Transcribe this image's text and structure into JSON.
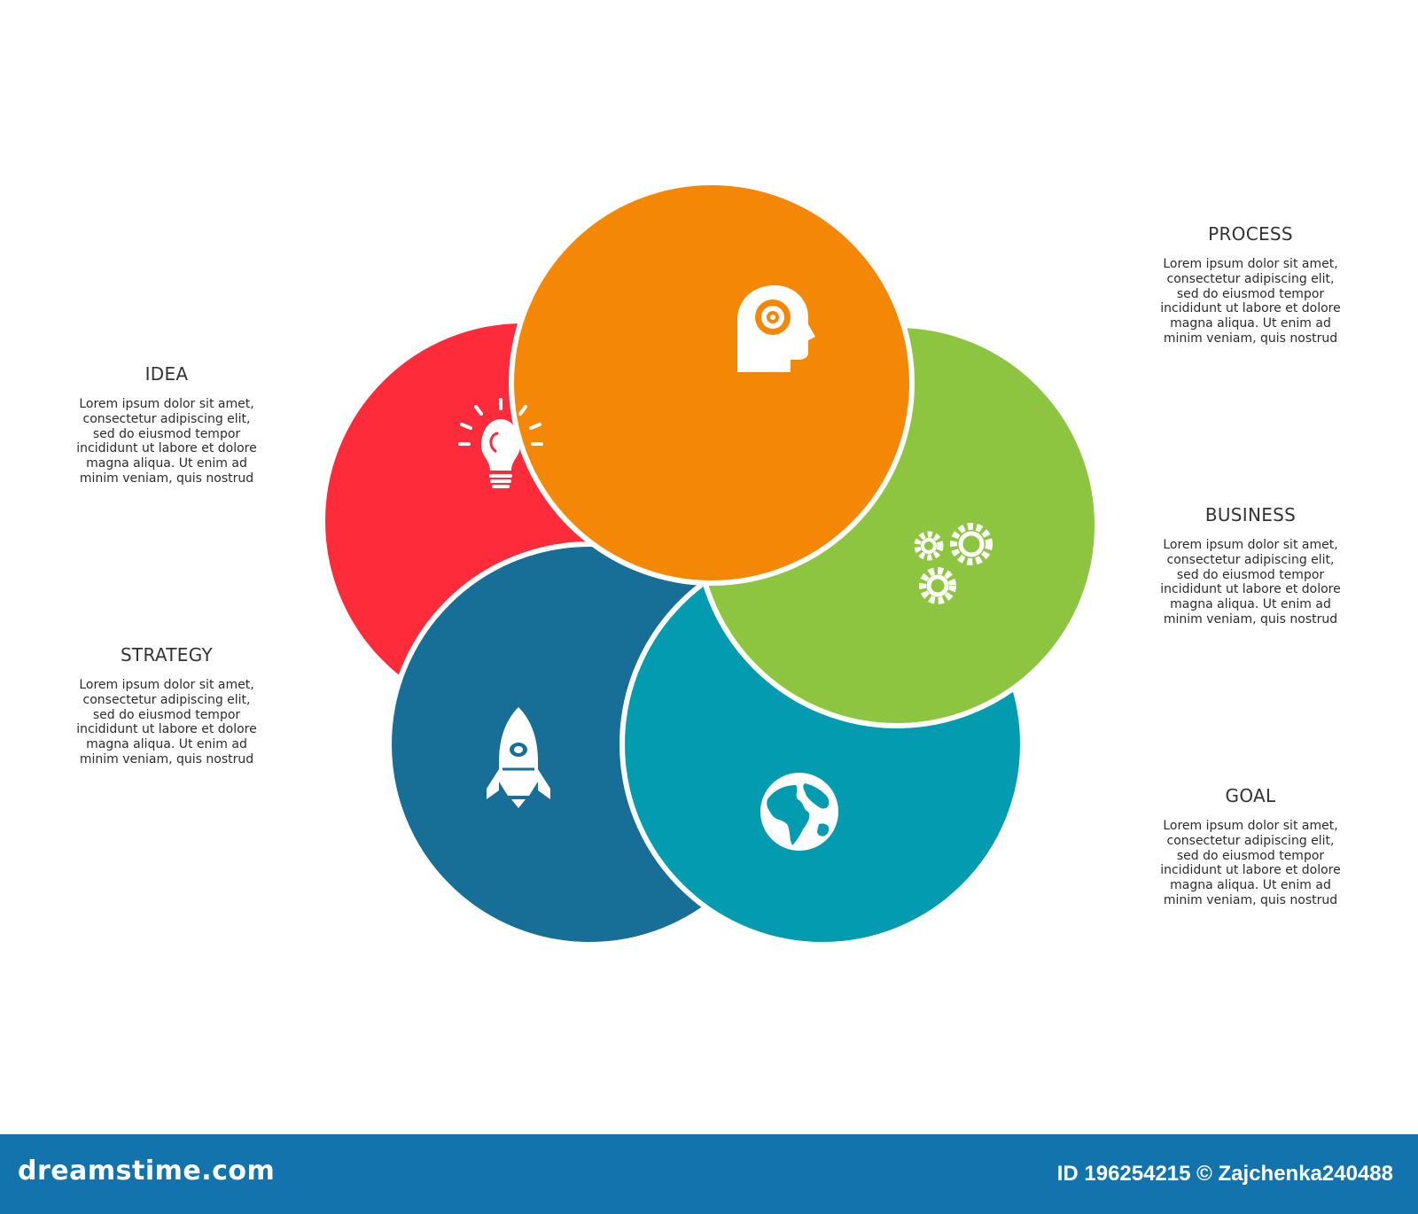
{
  "colors": {
    "idea": "#fe2b3b",
    "process": "#f48806",
    "business": "#8dc540",
    "goal": "#039baf",
    "strategy": "#176f97",
    "footer": "#1273ad"
  },
  "labels": [
    {
      "id": "idea",
      "title": "IDEA",
      "body": "Lorem ipsum dolor sit amet,\nconsectetur adipiscing elit,\nsed do eiusmod tempor\nincididunt ut labore et dolore\nmagna aliqua. Ut enim ad\nminim veniam, quis nostrud"
    },
    {
      "id": "strategy",
      "title": "STRATEGY",
      "body": "Lorem ipsum dolor sit amet,\nconsectetur adipiscing elit,\nsed do eiusmod tempor\nincididunt ut labore et dolore\nmagna aliqua. Ut enim ad\nminim veniam, quis nostrud"
    },
    {
      "id": "process",
      "title": "PROCESS",
      "body": "Lorem ipsum dolor sit amet,\nconsectetur adipiscing elit,\nsed do eiusmod tempor\nincididunt ut labore et dolore\nmagna aliqua. Ut enim ad\nminim veniam, quis nostrud"
    },
    {
      "id": "business",
      "title": "BUSINESS",
      "body": "Lorem ipsum dolor sit amet,\nconsectetur adipiscing elit,\nsed do eiusmod tempor\nincididunt ut labore et dolore\nmagna aliqua. Ut enim ad\nminim veniam, quis nostrud"
    },
    {
      "id": "goal",
      "title": "GOAL",
      "body": "Lorem ipsum dolor sit amet,\nconsectetur adipiscing elit,\nsed do eiusmod tempor\nincididunt ut labore et dolore\nmagna aliqua. Ut enim ad\nminim veniam, quis nostrud"
    }
  ],
  "icons": {
    "idea": "lightbulb-icon",
    "process": "head-gear-icon",
    "business": "gears-icon",
    "goal": "globe-icon",
    "strategy": "rocket-icon"
  },
  "footer": {
    "brand": "dreamstime.com",
    "image_id": "ID 196254215 © Zajchenka240488"
  }
}
